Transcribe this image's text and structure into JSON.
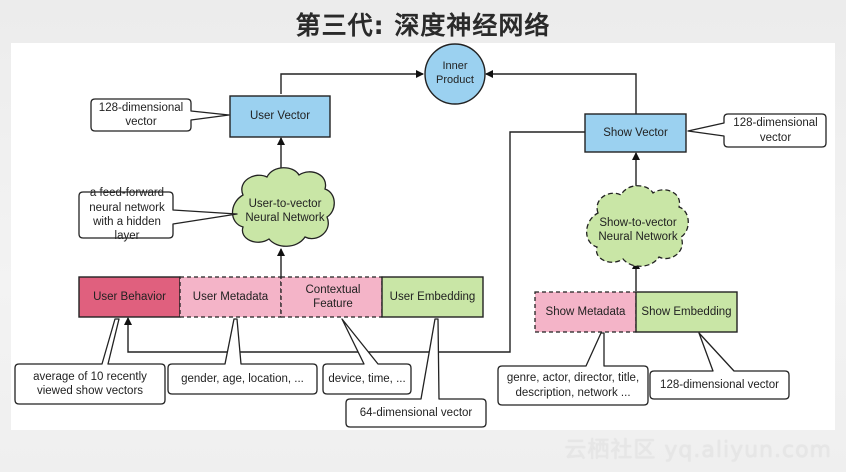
{
  "title": "第三代: 深度神经网络",
  "watermark": "云栖社区 yq.aliyun.com",
  "colors": {
    "vector_blue": "#9bd1f0",
    "cloud_green": "#c9e6a6",
    "embedding_green": "#c9e6a6",
    "behavior_red": "#e0607e",
    "metadata_pink": "#f4b4c8",
    "stroke": "#222222"
  },
  "diagram": {
    "inner_product": "Inner Product",
    "user_vector": "User Vector",
    "show_vector": "Show Vector",
    "user_nn": "User-to-vector Neural Network",
    "show_nn": "Show-to-vector Neural Network",
    "user_inputs": [
      {
        "id": "user-behavior",
        "label": "User Behavior"
      },
      {
        "id": "user-metadata",
        "label": "User Metadata"
      },
      {
        "id": "contextual-feature",
        "label": "Contextual Feature"
      },
      {
        "id": "user-embedding",
        "label": "User Embedding"
      }
    ],
    "show_inputs": [
      {
        "id": "show-metadata",
        "label": "Show Metadata"
      },
      {
        "id": "show-embedding",
        "label": "Show Embedding"
      }
    ],
    "callouts": {
      "user_vector_dim": "128-dimensional vector",
      "show_vector_dim": "128-dimensional vector",
      "user_nn_desc": "a feed-forward neural network with a hidden layer",
      "user_behavior_desc": "average of 10 recently viewed show vectors",
      "user_metadata_desc": "gender, age, location, ...",
      "contextual_desc": "device, time, ...",
      "user_embedding_desc": "64-dimensional vector",
      "show_metadata_desc": "genre, actor, director, title, description, network ...",
      "show_embedding_desc": "128-dimensional vector"
    }
  }
}
